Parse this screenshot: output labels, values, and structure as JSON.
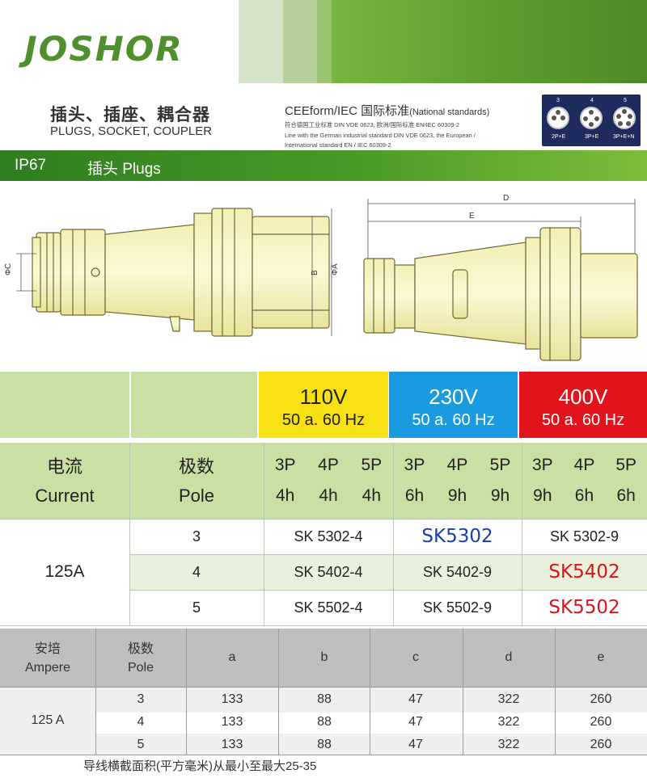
{
  "brand": {
    "logo": "JOSHOR",
    "colors": {
      "brand_green": "#4f8f2e",
      "bar_green": "#3a8a22"
    }
  },
  "titles": {
    "cn": "插头、插座、耦合器",
    "en": "PLUGS, SOCKET, COUPLER"
  },
  "standards": {
    "title": "CEEform/IEC 国际标准",
    "title_note": "(National standards)",
    "line1": "符合德国工业标准 DIN VDE 0623, 欧洲/国际标准 EN/IEC 60309-2",
    "line2": "Line with the German industrial standard DIN VDE 0623, the European /",
    "line3": "International standard EN / IEC 60309-2"
  },
  "pin_diagram": {
    "items": [
      {
        "num": "3",
        "label": "2P+E"
      },
      {
        "num": "4",
        "label": "3P+E"
      },
      {
        "num": "5",
        "label": "3P+E+N"
      }
    ]
  },
  "ip_bar": {
    "rating": "IP67",
    "title": "插头 Plugs"
  },
  "drawing": {
    "dim_c": "ΦC",
    "dim_b": "B",
    "dim_a": "ΦA",
    "dim_d": "D",
    "dim_e": "E"
  },
  "voltages": [
    {
      "voltage": "110V",
      "freq": "50 a. 60 Hz",
      "bg": "#f7e113",
      "color": "#222222"
    },
    {
      "voltage": "230V",
      "freq": "50 a. 60 Hz",
      "bg": "#1a9be0",
      "color": "#ffffff"
    },
    {
      "voltage": "400V",
      "freq": "50 a. 60 Hz",
      "bg": "#e3131b",
      "color": "#ffffff"
    }
  ],
  "main_table": {
    "current_cn": "电流",
    "current_en": "Current",
    "pole_cn": "极数",
    "pole_en": "Pole",
    "pole_groups": [
      {
        "poles": [
          "3P",
          "4P",
          "5P"
        ],
        "hours": [
          "4h",
          "4h",
          "4h"
        ]
      },
      {
        "poles": [
          "3P",
          "4P",
          "5P"
        ],
        "hours": [
          "6h",
          "9h",
          "9h"
        ]
      },
      {
        "poles": [
          "3P",
          "4P",
          "5P"
        ],
        "hours": [
          "9h",
          "6h",
          "6h"
        ]
      }
    ],
    "current_value": "125A",
    "rows": [
      {
        "pole": "3",
        "v110": "SK 5302-4",
        "v230": "SK5302",
        "v400": "SK 5302-9"
      },
      {
        "pole": "4",
        "v110": "SK 5402-4",
        "v230": "SK 5402-9",
        "v400": "SK5402"
      },
      {
        "pole": "5",
        "v110": "SK 5502-4",
        "v230": "SK 5502-9",
        "v400": "SK5502"
      }
    ],
    "highlight_colors": {
      "blue": "#1a3fa8",
      "red": "#d8141c"
    }
  },
  "dim_table": {
    "ampere_cn": "安培",
    "ampere_en": "Ampere",
    "pole_cn": "极数",
    "pole_en": "Pole",
    "cols": [
      "a",
      "b",
      "c",
      "d",
      "e"
    ],
    "ampere_value": "125 A",
    "rows": [
      {
        "pole": "3",
        "values": [
          "133",
          "88",
          "47",
          "322",
          "260"
        ]
      },
      {
        "pole": "4",
        "values": [
          "133",
          "88",
          "47",
          "322",
          "260"
        ]
      },
      {
        "pole": "5",
        "values": [
          "133",
          "88",
          "47",
          "322",
          "260"
        ]
      }
    ]
  },
  "note": "导线横截面积(平方毫米)从最小至最大25-35"
}
